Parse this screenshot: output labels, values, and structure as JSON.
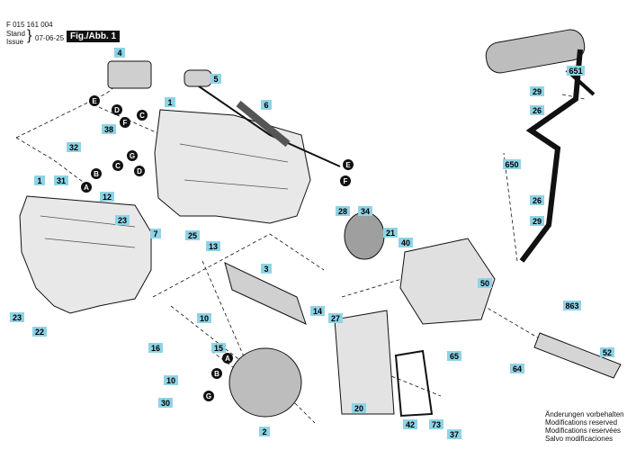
{
  "header": {
    "doc_number": "F 015 161 004",
    "stand_label": "Stand",
    "issue_label": "Issue",
    "brace": "}",
    "date": "07-06-25",
    "figure": "Fig./Abb. 1"
  },
  "notice": {
    "line1": "Änderungen vorbehalten",
    "line2": "Modifications reserved",
    "line3": "Modifications reservées",
    "line4": "Salvo modificaciones"
  },
  "colors": {
    "label_bg": "#8fd3e6",
    "line": "#111111",
    "part_fill": "#dcdcdc",
    "dark": "#111111"
  },
  "labels": [
    {
      "id": "4",
      "text": "4"
    },
    {
      "id": "5",
      "text": "5"
    },
    {
      "id": "6",
      "text": "6"
    },
    {
      "id": "1a",
      "text": "1"
    },
    {
      "id": "32",
      "text": "32"
    },
    {
      "id": "31",
      "text": "31"
    },
    {
      "id": "38",
      "text": "38"
    },
    {
      "id": "1b",
      "text": "1"
    },
    {
      "id": "12",
      "text": "12"
    },
    {
      "id": "23a",
      "text": "23"
    },
    {
      "id": "7",
      "text": "7"
    },
    {
      "id": "25",
      "text": "25"
    },
    {
      "id": "13",
      "text": "13"
    },
    {
      "id": "3",
      "text": "3"
    },
    {
      "id": "23b",
      "text": "23"
    },
    {
      "id": "22",
      "text": "22"
    },
    {
      "id": "10a",
      "text": "10"
    },
    {
      "id": "16",
      "text": "16"
    },
    {
      "id": "15",
      "text": "15"
    },
    {
      "id": "10b",
      "text": "10"
    },
    {
      "id": "30",
      "text": "30"
    },
    {
      "id": "2",
      "text": "2"
    },
    {
      "id": "14",
      "text": "14"
    },
    {
      "id": "27",
      "text": "27"
    },
    {
      "id": "20",
      "text": "20"
    },
    {
      "id": "42",
      "text": "42"
    },
    {
      "id": "73",
      "text": "73"
    },
    {
      "id": "37",
      "text": "37"
    },
    {
      "id": "28",
      "text": "28"
    },
    {
      "id": "34",
      "text": "34"
    },
    {
      "id": "21",
      "text": "21"
    },
    {
      "id": "40",
      "text": "40"
    },
    {
      "id": "50",
      "text": "50"
    },
    {
      "id": "65",
      "text": "65"
    },
    {
      "id": "64",
      "text": "64"
    },
    {
      "id": "863",
      "text": "863"
    },
    {
      "id": "52",
      "text": "52"
    },
    {
      "id": "651",
      "text": "651"
    },
    {
      "id": "29a",
      "text": "29"
    },
    {
      "id": "26a",
      "text": "26"
    },
    {
      "id": "650",
      "text": "650"
    },
    {
      "id": "26b",
      "text": "26"
    },
    {
      "id": "29b",
      "text": "29"
    }
  ],
  "markers": [
    {
      "id": "E1",
      "text": "E"
    },
    {
      "id": "D1",
      "text": "D"
    },
    {
      "id": "F1",
      "text": "F"
    },
    {
      "id": "C1",
      "text": "C"
    },
    {
      "id": "B1",
      "text": "B"
    },
    {
      "id": "A1",
      "text": "A"
    },
    {
      "id": "C2",
      "text": "C"
    },
    {
      "id": "G1",
      "text": "G"
    },
    {
      "id": "D2",
      "text": "D"
    },
    {
      "id": "E2",
      "text": "E"
    },
    {
      "id": "F2",
      "text": "F"
    },
    {
      "id": "A2",
      "text": "A"
    },
    {
      "id": "B2",
      "text": "B"
    },
    {
      "id": "G2",
      "text": "G"
    }
  ]
}
